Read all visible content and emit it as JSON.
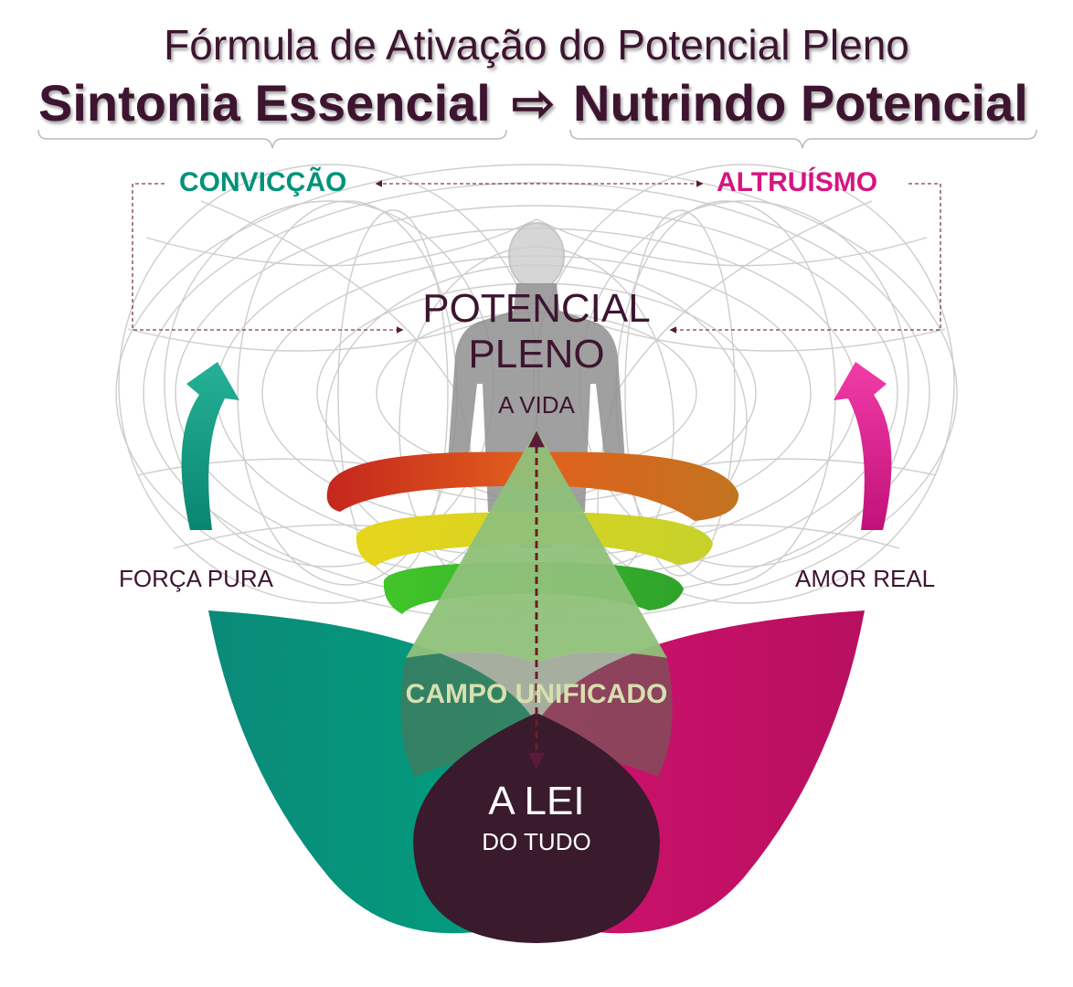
{
  "header": {
    "subtitle": "Fórmula de Ativação do Potencial Pleno",
    "left_phrase": "Sintonia Essencial",
    "arrow": "⇨",
    "right_phrase": "Nutrindo Potencial"
  },
  "labels": {
    "conviccao": "CONVICÇÃO",
    "altruismo": "ALTRUÍSMO",
    "potencial_line1": "POTENCIAL",
    "potencial_line2": "PLENO",
    "a_vida": "A VIDA",
    "forca_pura": "FORÇA PURA",
    "amor_real": "AMOR REAL",
    "campo_unificado": "CAMPO UNIFICADO",
    "a_lei": "A LEI",
    "do_tudo": "DO TUDO"
  },
  "icons": [
    "torus-wireframe",
    "human-silhouette",
    "spiral-ribbon",
    "curved-arrow-left",
    "curved-arrow-right",
    "double-arrow"
  ],
  "colors": {
    "dark_plum": "#3d1530",
    "teal": "#009278",
    "magenta": "#d6157f",
    "light_green": "#8fc17a",
    "campo_text": "#d8dfb0"
  }
}
